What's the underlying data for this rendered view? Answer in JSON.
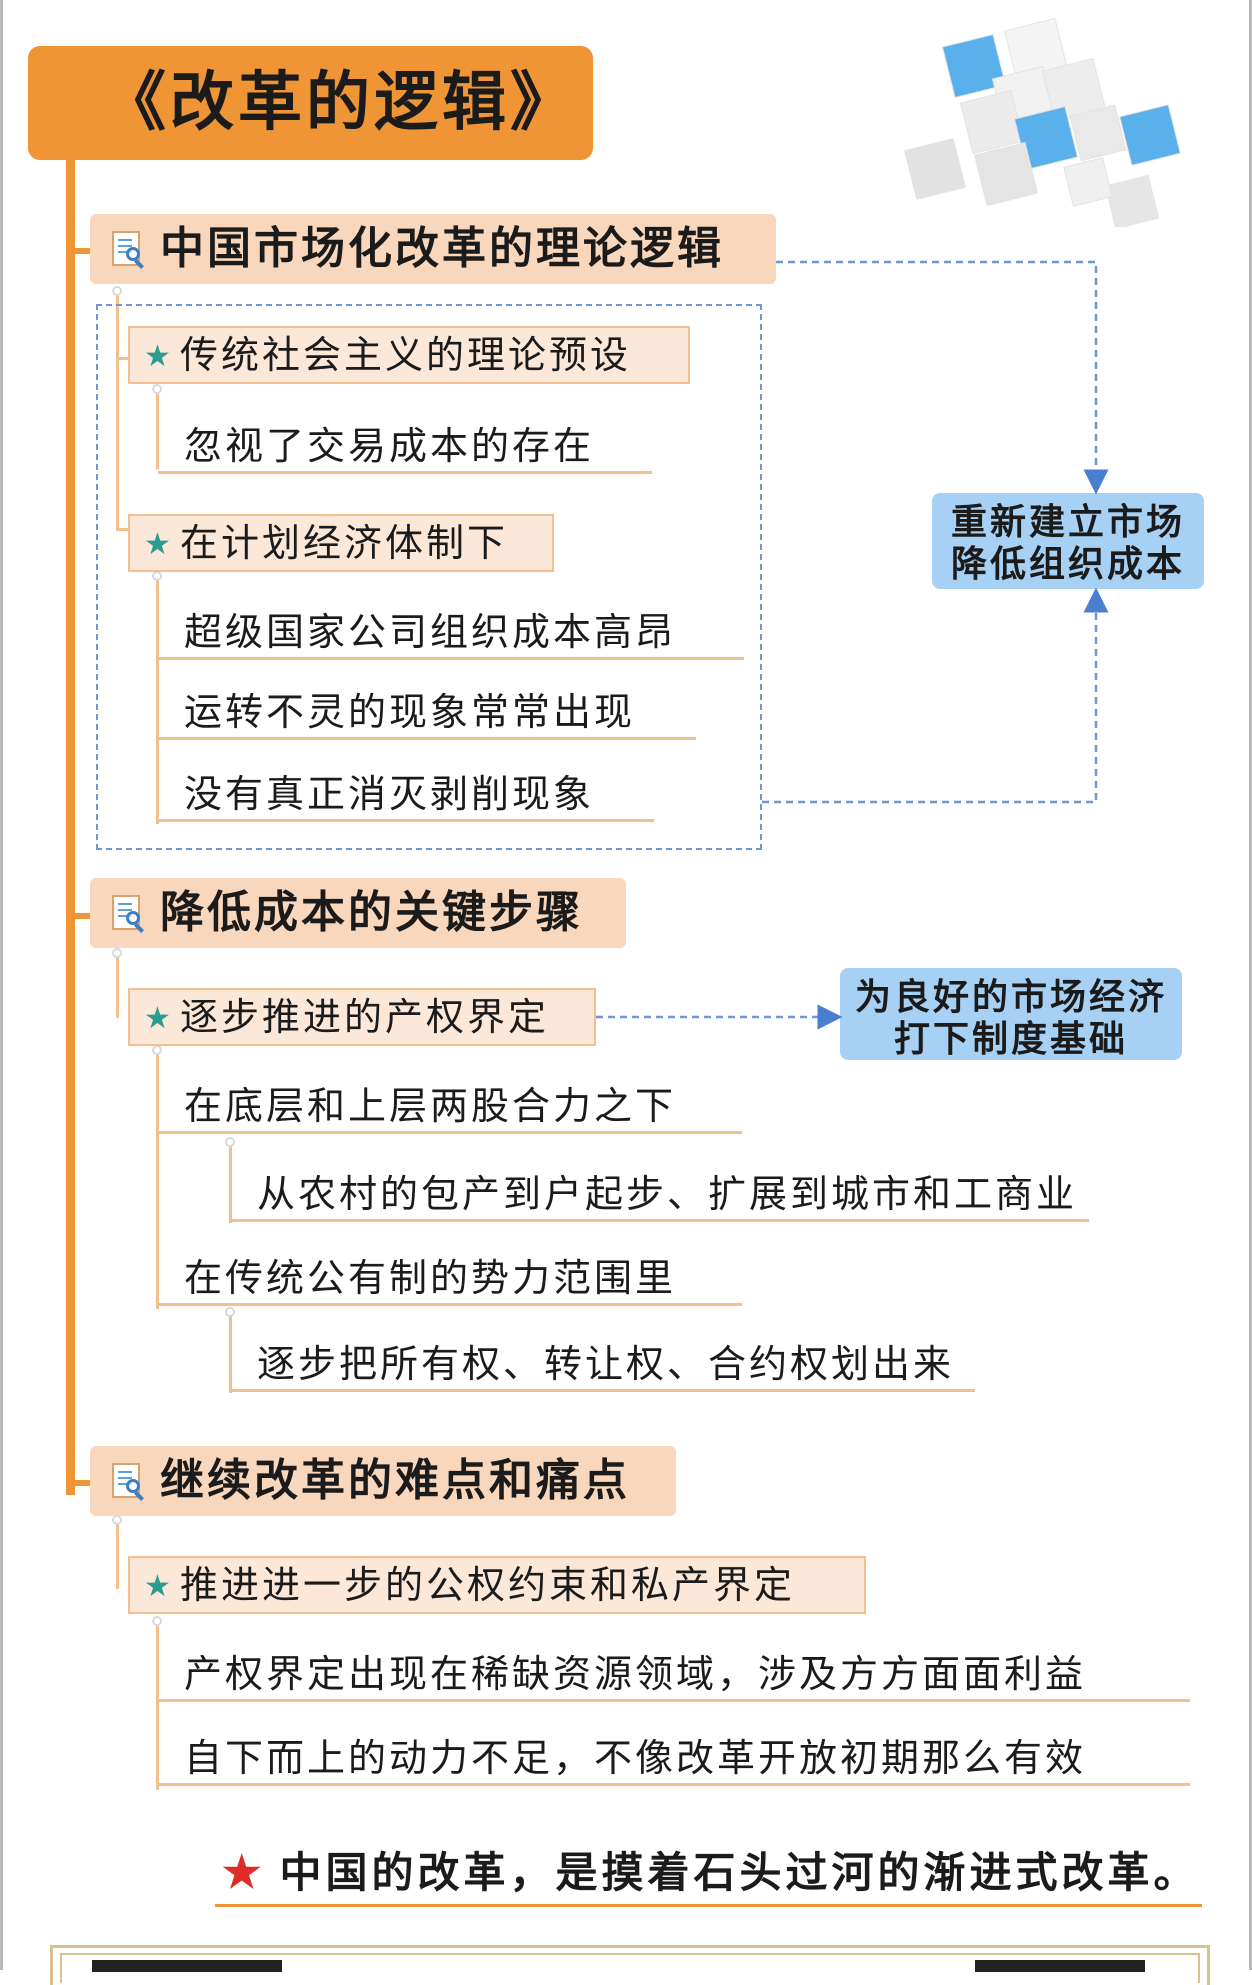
{
  "title": "《改革的逻辑》",
  "sections": [
    {
      "heading": "中国市场化改革的理论逻辑",
      "groups": [
        {
          "label": "传统社会主义的理论预设",
          "items": [
            "忽视了交易成本的存在"
          ]
        },
        {
          "label": "在计划经济体制下",
          "items": [
            "超级国家公司组织成本高昂",
            "运转不灵的现象常常出现",
            "没有真正消灭剥削现象"
          ]
        }
      ],
      "callout": {
        "line1": "重新建立市场",
        "line2": "降低组织成本"
      }
    },
    {
      "heading": "降低成本的关键步骤",
      "groups": [
        {
          "label": "逐步推进的产权界定",
          "items": [
            {
              "text": "在底层和上层两股合力之下",
              "child": "从农村的包产到户起步、扩展到城市和工商业"
            },
            {
              "text": "在传统公有制的势力范围里",
              "child": "逐步把所有权、转让权、合约权划出来"
            }
          ]
        }
      ],
      "callout": {
        "line1": "为良好的市场经济",
        "line2": "打下制度基础"
      }
    },
    {
      "heading": "继续改革的难点和痛点",
      "groups": [
        {
          "label": "推进进一步的公权约束和私产界定",
          "items": [
            "产权界定出现在稀缺资源领域，涉及方方面面利益",
            "自下而上的动力不足，不像改革开放初期那么有效"
          ]
        }
      ]
    }
  ],
  "conclusion": "中国的改革，是摸着石头过河的渐进式改革。",
  "colors": {
    "orange": "#ef9535",
    "section_bg": "#f9d7bc",
    "callout_blue": "#a7d1f4",
    "dash_blue": "#6f97d6",
    "teal_star": "#2a9d8f",
    "red_star": "#e02b2b"
  },
  "icons": {
    "section": "document-search-icon",
    "subitem": "star-icon",
    "decor": "cubes-illustration"
  }
}
